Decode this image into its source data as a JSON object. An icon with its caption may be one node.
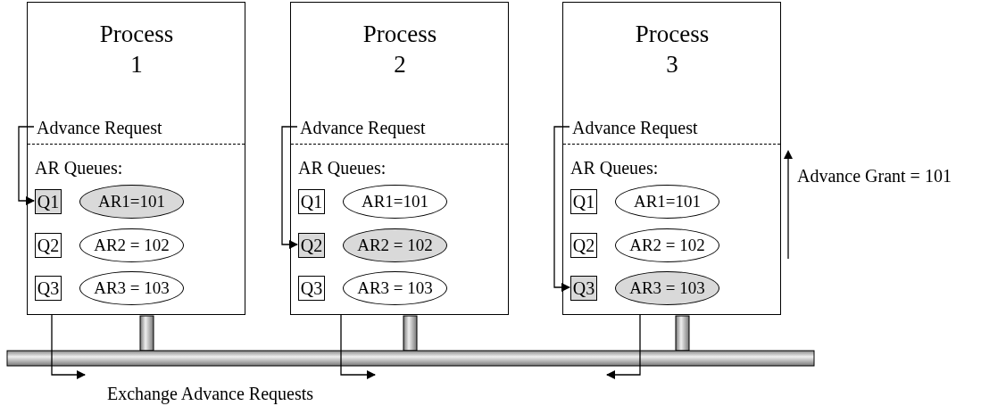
{
  "diagram": {
    "nodes": [
      {
        "text": [
          "Process 1",
          "AR Queues:"
        ]
      },
      {
        "text": [
          "Advance Request"
        ],
        "in": 0
      },
      {
        "text": [
          "Q1"
        ],
        "in": 0
      },
      {
        "text": [
          "AR1=101"
        ],
        "in": 0
      },
      {
        "text": [
          "Q2"
        ],
        "in": 0
      },
      {
        "text": [
          "AR2 = 102"
        ],
        "in": 0
      },
      {
        "text": [
          "Q3"
        ],
        "in": 0
      },
      {
        "text": [
          "AR3 = 103"
        ],
        "in": 0
      },
      {
        "text": [
          "Process 2",
          "AR Queues:"
        ]
      },
      {
        "text": [
          "Advance Request"
        ],
        "in": 8
      },
      {
        "text": [
          "Q1"
        ],
        "in": 8
      },
      {
        "text": [
          "AR1=101"
        ],
        "in": 8
      },
      {
        "text": [
          "Q2"
        ],
        "in": 8
      },
      {
        "text": [
          "AR2 = 102"
        ],
        "in": 8
      },
      {
        "text": [
          "Q3"
        ],
        "in": 8
      },
      {
        "text": [
          "AR3 = 103"
        ],
        "in": 8
      },
      {
        "text": [
          "Process 3",
          "AR Queues:"
        ]
      },
      {
        "text": [
          "Advance Request"
        ],
        "in": 16
      },
      {
        "text": [
          "Q1"
        ],
        "in": 16
      },
      {
        "text": [
          "AR1=101"
        ],
        "in": 16
      },
      {
        "text": [
          "Q2"
        ],
        "in": 16
      },
      {
        "text": [
          "AR2 = 102"
        ],
        "in": 16
      },
      {
        "text": [
          "Q3"
        ],
        "in": 16
      },
      {
        "text": [
          "AR3 = 103"
        ],
        "in": 16
      }
    ],
    "edges": [
      {
        "from": 1,
        "to": 2,
        "arrow": "to"
      },
      {
        "from": 9,
        "to": 12,
        "arrow": "to"
      },
      {
        "from": 17,
        "to": 22,
        "arrow": "to"
      },
      {
        "from": 0,
        "to": null,
        "arrow": "to"
      },
      {
        "from": 8,
        "to": null,
        "arrow": "to"
      },
      {
        "from": 16,
        "to": null,
        "arrow": "to"
      }
    ],
    "labels": [
      "Exchange Advance Requests",
      "Advance Grant = 101"
    ]
  }
}
